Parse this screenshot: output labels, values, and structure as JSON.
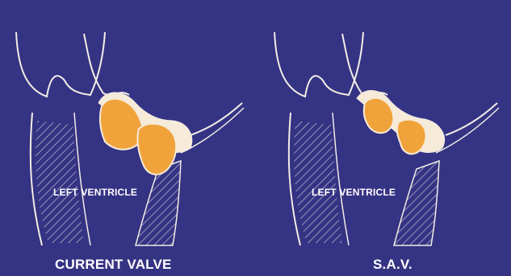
{
  "colors": {
    "background": "#353383",
    "line": "#f1ede6",
    "valve_leaflet": "#f0a33a",
    "valve_cuff": "#f6ead8",
    "hatch": "#cfc9d6"
  },
  "panels": [
    {
      "region_label": "LEFT VENTRICLE",
      "caption": "CURRENT VALVE"
    },
    {
      "region_label": "LEFT VENTRICLE",
      "caption": "S.A.V."
    }
  ]
}
